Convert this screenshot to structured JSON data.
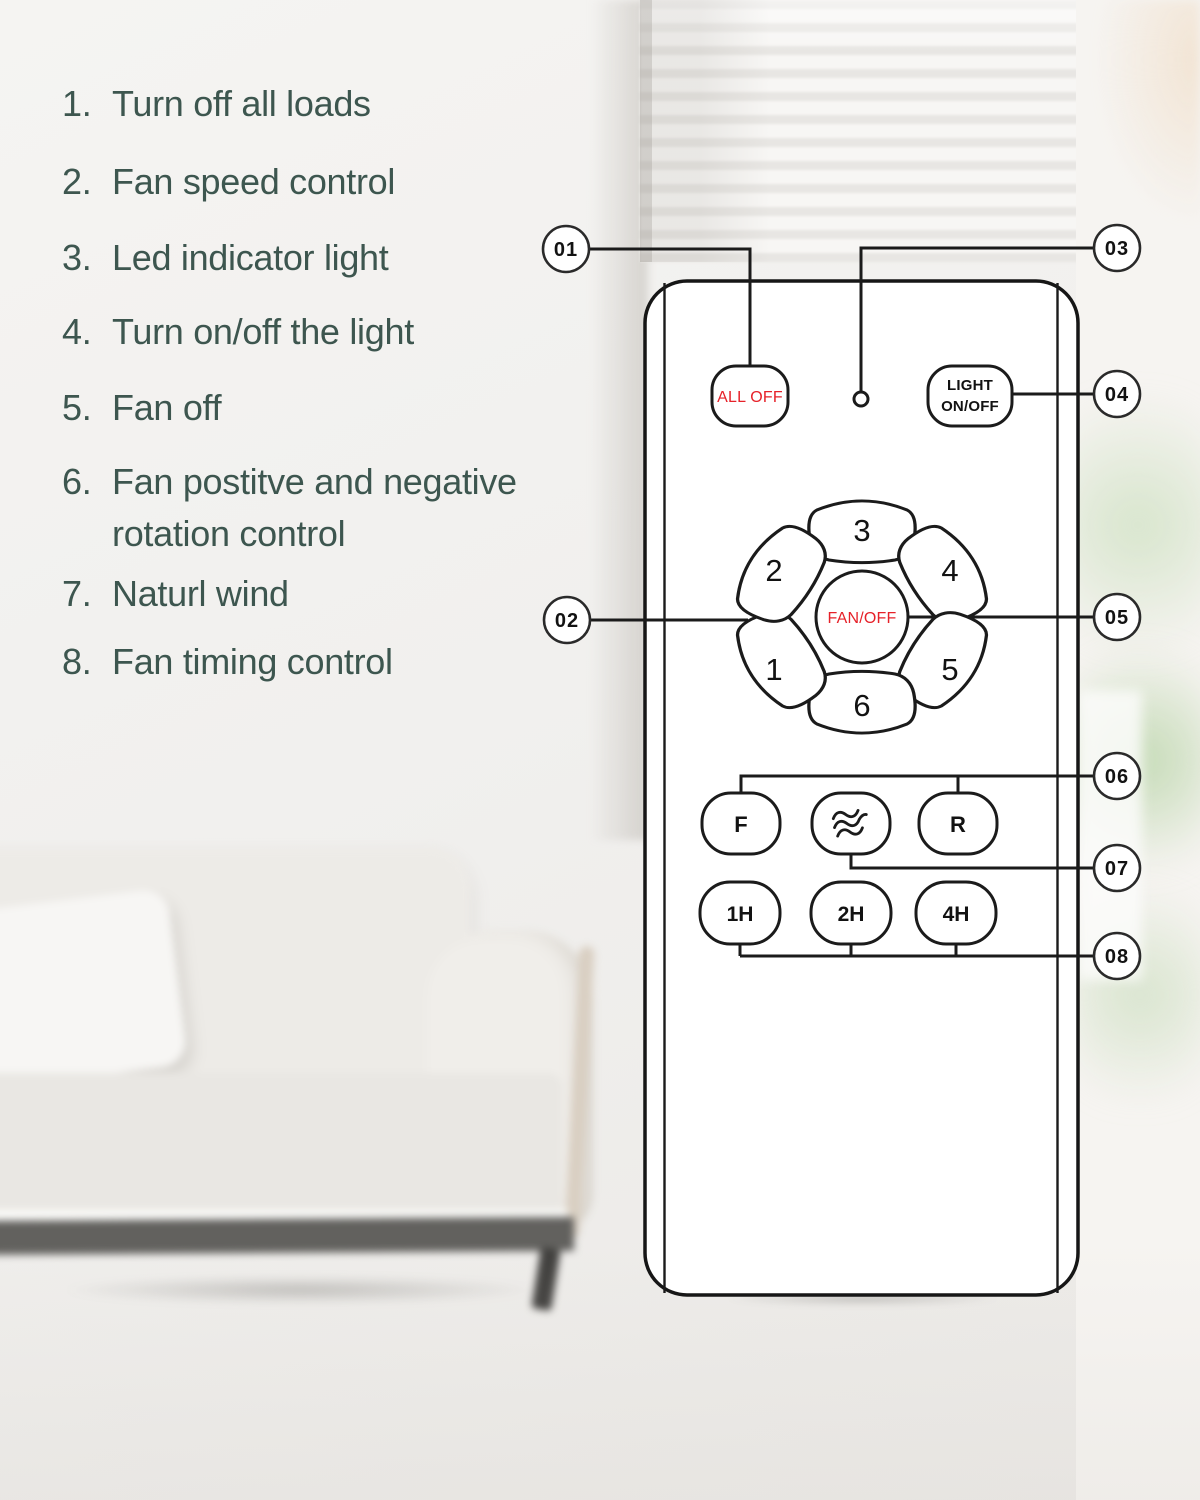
{
  "colors": {
    "accent_red": "#e62129",
    "list_text": "#3d564f",
    "diagram_line": "#1b1b1b",
    "background": "#f1f0ee"
  },
  "feature_list": {
    "items": [
      {
        "num": "1.",
        "text": "Turn off all loads"
      },
      {
        "num": "2.",
        "text": "Fan speed control"
      },
      {
        "num": "3.",
        "text": "Led indicator light"
      },
      {
        "num": "4.",
        "text": "Turn on/off the light"
      },
      {
        "num": "5.",
        "text": "Fan off"
      },
      {
        "num": "6.",
        "text": "Fan postitve and negative\nrotation control"
      },
      {
        "num": "7.",
        "text": "Naturl wind"
      },
      {
        "num": "8.",
        "text": "Fan timing control"
      }
    ]
  },
  "remote": {
    "all_off_label": "ALL OFF",
    "light_label_line1": "LIGHT",
    "light_label_line2": "ON/OFF",
    "fan_off_label": "FAN/OFF",
    "speed_labels": [
      "1",
      "2",
      "3",
      "4",
      "5",
      "6"
    ],
    "forward_label": "F",
    "reverse_label": "R",
    "timer_labels": [
      "1H",
      "2H",
      "4H"
    ],
    "icons": {
      "led": "led-dot-icon",
      "natural_wind": "wave-icon"
    }
  },
  "callouts": {
    "c01": "01",
    "c02": "02",
    "c03": "03",
    "c04": "04",
    "c05": "05",
    "c06": "06",
    "c07": "07",
    "c08": "08"
  }
}
